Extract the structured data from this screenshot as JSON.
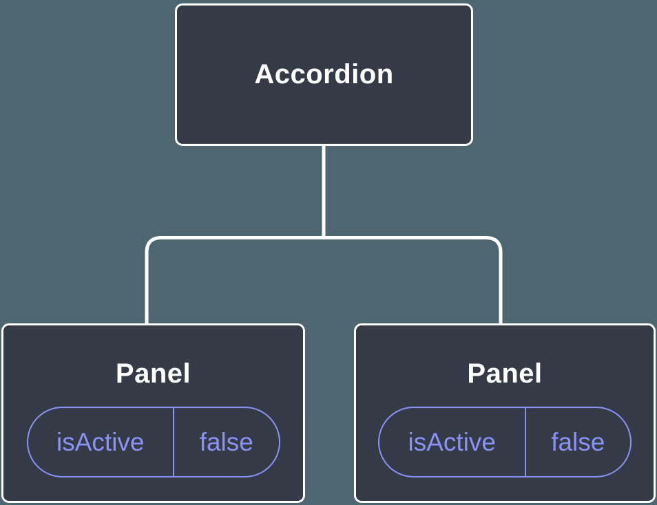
{
  "colors": {
    "background": "#4D6670",
    "node-fill": "#343A46",
    "line": "#FFFFFF",
    "text": "#FFFFFF",
    "pill": "#8A92F6"
  },
  "tree": {
    "root": {
      "label": "Accordion"
    },
    "panels": [
      {
        "title": "Panel",
        "state": {
          "name": "isActive",
          "value": "false"
        }
      },
      {
        "title": "Panel",
        "state": {
          "name": "isActive",
          "value": "false"
        }
      }
    ]
  }
}
